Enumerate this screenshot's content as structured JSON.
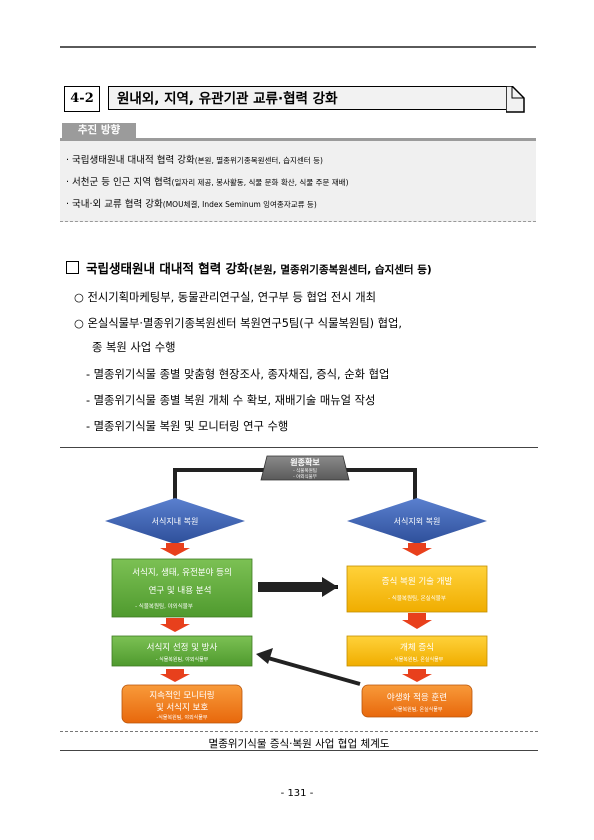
{
  "section": {
    "number": "4-2",
    "title": "원내외, 지역, 유관기관 교류·협력 강화"
  },
  "push": {
    "label": "추진 방향",
    "items": [
      {
        "main": "· 국립생태원내 대내적 협력 강화",
        "note": "(본원, 멸종위기종복원센터, 습지센터 등)"
      },
      {
        "main": "· 서천군 등 인근 지역 협력",
        "note": "(일자리 제공, 봉사활동, 식물 문화 확산, 식물 주문 재배)"
      },
      {
        "main": "· 국내·외 교류 협력 강화",
        "note": "(MOU체결, Index Seminum 잉여종자교류 등)"
      }
    ]
  },
  "heading": {
    "main": "국립생태원내 대내적 협력 강화",
    "note": "(본원, 멸종위기종복원센터, 습지센터 등)"
  },
  "body": {
    "line1": "○  전시기획마케팅부, 동물관리연구실, 연구부 등 협업 전시 개최",
    "line2": "○  온실식물부·멸종위기종복원센터 복원연구5팀(구 식물복원팀) 협업,",
    "line3": "종 복원 사업 수행",
    "line4": "-  멸종위기식물 종별 맞춤형 현장조사, 종자채집, 증식, 순화 협업",
    "line5": "-  멸종위기식물 종별 복원 개체 수 확보, 재배기술 매뉴얼 작성",
    "line6": "-  멸종위기식물 복원 및 모니터링 연구 수행"
  },
  "diagram": {
    "top": {
      "title": "원종확보",
      "sub1": "-  식물복원팀",
      "sub2": "-  야외식물부"
    },
    "left_diamond": "서식지내 복원",
    "right_diamond": "서식지외 복원",
    "left_box1": {
      "line1": "서식지, 생태, 유전분야 등의",
      "line2": "연구 및 내용 분석",
      "sub": "-  식물복원팀, 야외식물부"
    },
    "left_box2": {
      "title": "서식지 선정 및 방사",
      "sub": "-  식물복원팀, 야외식물부"
    },
    "left_box3": {
      "line1": "지속적인 모니터링",
      "line2": "및 서식지 보호",
      "sub": "-식물복원팀, 야외식물부"
    },
    "right_box1": {
      "title": "증식 복원 기술 개발",
      "sub": "-  식물복원팀, 온실식물부"
    },
    "right_box2": {
      "title": "개체 증식",
      "sub": "-  식물복원팀, 온실식물부"
    },
    "right_box3": {
      "title": "야생화 적응 훈련",
      "sub": "-식물복원팀, 온실식물부"
    },
    "colors": {
      "diamond": "#3a5fae",
      "green": "#5fa83a",
      "yellow": "#f2b705",
      "orange": "#ee7a1a",
      "arrow": "#e8401c",
      "gray": "#6b6b6b"
    }
  },
  "caption": "멸종위기식물 증식·복원 사업 협업 체계도",
  "page_number": "- 131 -"
}
